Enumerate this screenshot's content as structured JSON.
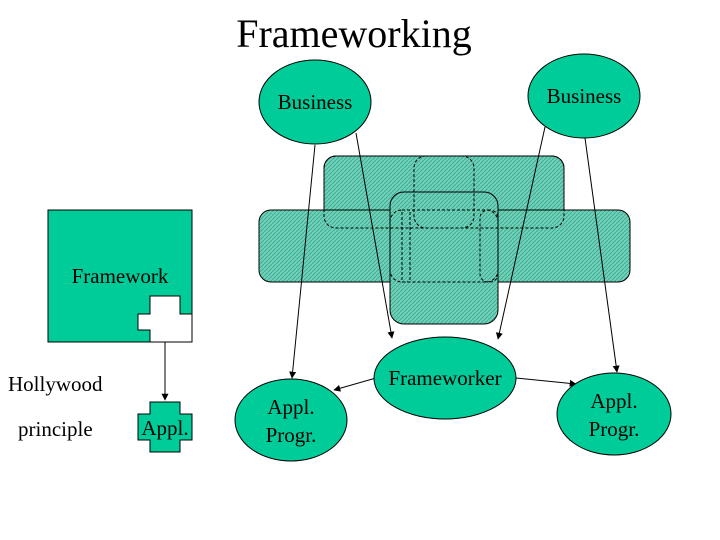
{
  "title": "Frameworking",
  "framework_label": "Framework",
  "hollywood_line1": "Hollywood",
  "hollywood_line2": "principle",
  "appl_small_label": "Appl.",
  "business_left": "Business",
  "business_right": "Business",
  "frameworker_label": "Frameworker",
  "appl_progr_left": {
    "line1": "Appl.",
    "line2": "Progr."
  },
  "appl_progr_right": {
    "line1": "Appl.",
    "line2": "Progr."
  },
  "colors": {
    "shape_fill": "#00cc99",
    "hatch_fill": "#66ccb4",
    "stroke": "#000000"
  }
}
